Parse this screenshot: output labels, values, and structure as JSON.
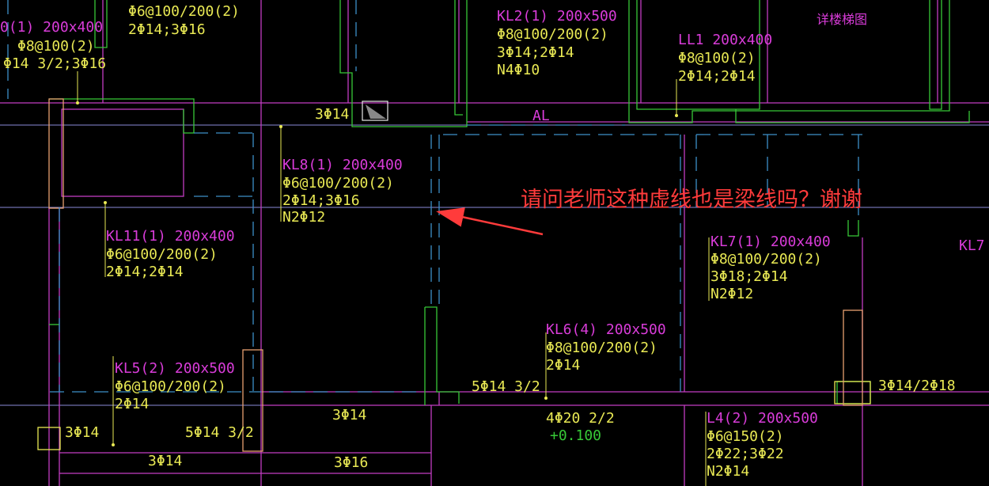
{
  "colors": {
    "background": "#000000",
    "beam_label": "#d93cd9",
    "rebar_text": "#e9e954",
    "green": "#37c837",
    "annotation": "#ff3b3b",
    "dashed_line": "#3c8fc8",
    "axis_line": "#8a8ad8"
  },
  "labels": {
    "top_left_beam": "0(1) 200x400",
    "top_left_stirrup": "Φ8@100(2)",
    "top_left_rebar": "Φ14 3/2;3Φ16",
    "top_beam_stirrup": "Φ6@100/200(2)",
    "top_beam_rebar": "2Φ14;3Φ16",
    "kl2_title": "KL2(1) 200x500",
    "kl2_stirrup": "Φ8@100/200(2)",
    "kl2_rebar": "3Φ14;2Φ14",
    "kl2_waist": "N4Φ10",
    "ll1_title": "LL1 200x400",
    "ll1_stirrup": "Φ8@100(2)",
    "ll1_rebar": "2Φ14;2Φ14",
    "stair_label": "详楼梯图",
    "rebar_3d14_top": "3Φ14",
    "al_label": "AL",
    "kl8_title": "KL8(1) 200x400",
    "kl8_stirrup": "Φ6@100/200(2)",
    "kl8_rebar": "2Φ14;3Φ16",
    "kl8_waist": "N2Φ12",
    "kl11_title": "KL11(1) 200x400",
    "kl11_stirrup": "Φ6@100/200(2)",
    "kl11_rebar": "2Φ14;2Φ14",
    "kl7_title": "KL7(1) 200x400",
    "kl7_stirrup": "Φ8@100/200(2)",
    "kl7_rebar": "3Φ18;2Φ14",
    "kl7_waist": "N2Φ12",
    "kl7_edge": "KL7",
    "kl6_title": "KL6(4) 200x500",
    "kl6_stirrup": "Φ8@100/200(2)",
    "kl6_rebar": "2Φ14",
    "kl5_title": "KL5(2) 200x500",
    "kl5_stirrup": "Φ6@100/200(2)",
    "kl5_rebar": "2Φ14",
    "rebar_5d14_mid": "5Φ14 3/2",
    "rebar_3d14_mid": "3Φ14",
    "rebar_3d14_2d18": "3Φ14/2Φ18",
    "rebar_4d20": "4Φ20 2/2",
    "elevation": "+0.100",
    "rebar_3d14_left": "3Φ14",
    "rebar_5d14_low": "5Φ14 3/2",
    "rebar_3d14_bottom": "3Φ14",
    "rebar_3d16_bottom": "3Φ16",
    "l4_title": "L4(2) 200x500",
    "l4_stirrup": "Φ6@150(2)",
    "l4_rebar": "2Φ22;3Φ22",
    "l4_waist": "N2Φ14",
    "question_note": "请问老师这种虚线也是梁线吗？谢谢"
  }
}
